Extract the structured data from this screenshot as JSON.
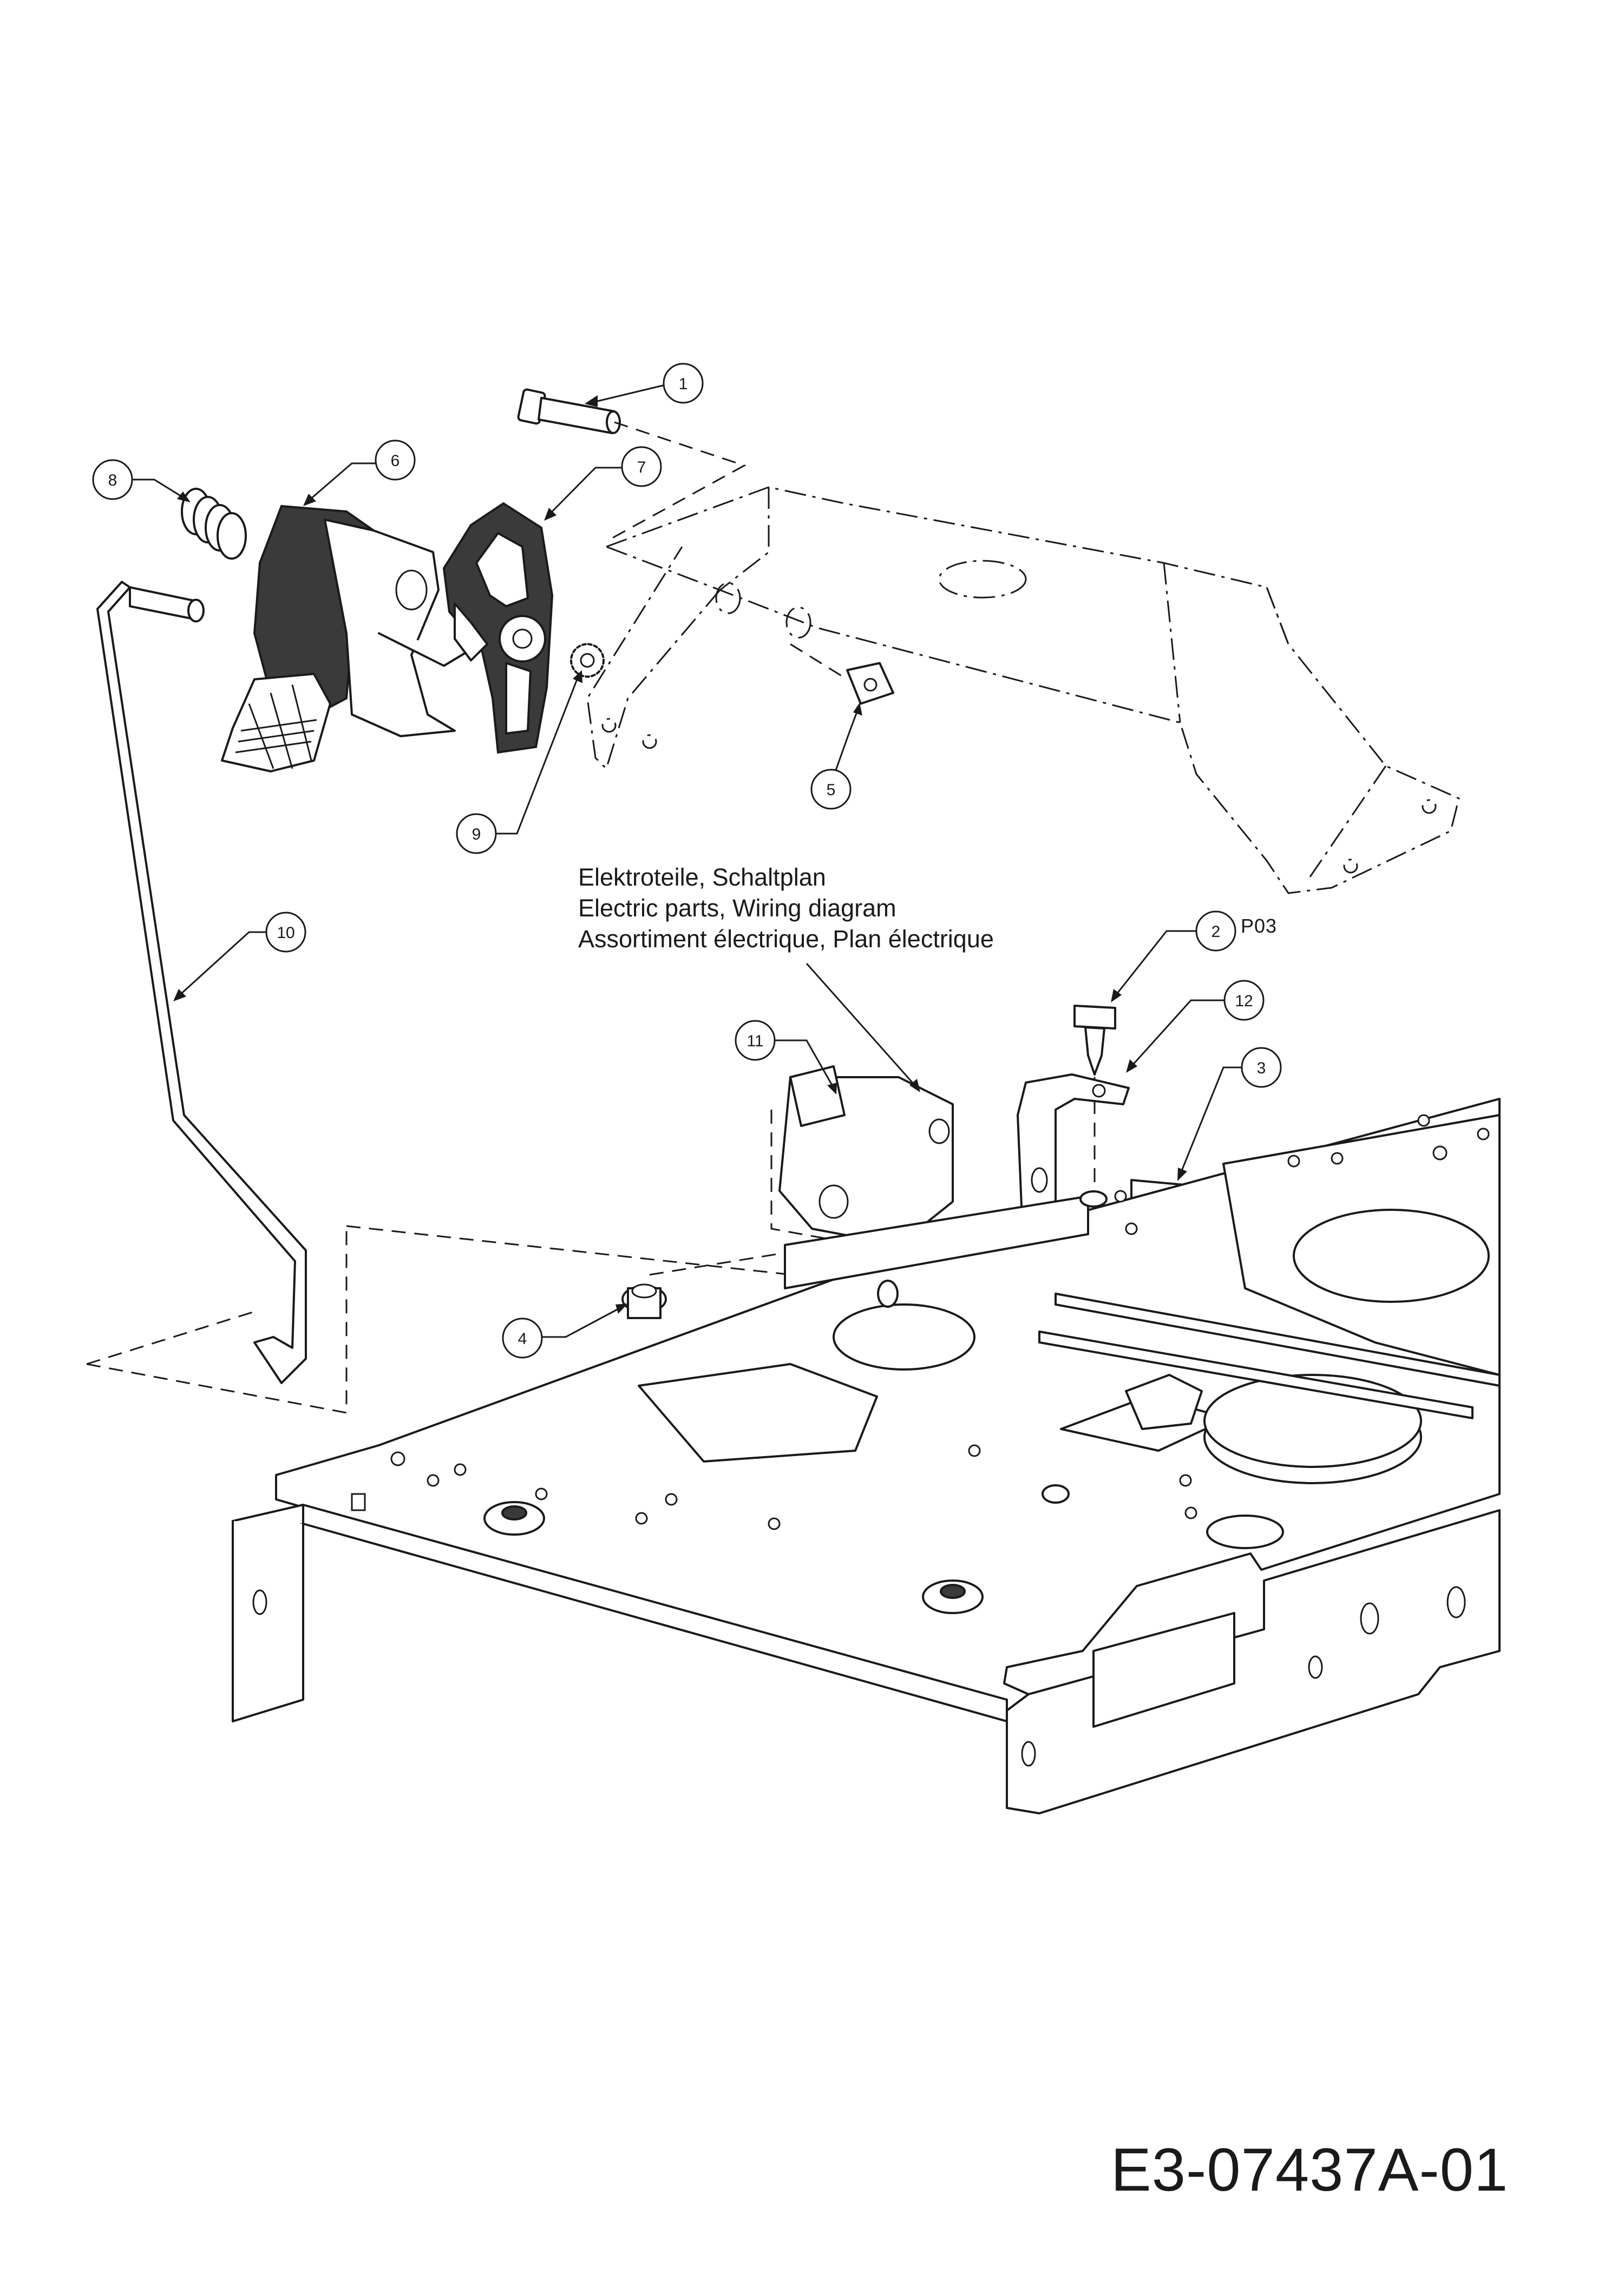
{
  "note": {
    "lines": [
      "Elektroteile, Schaltplan",
      "Electric parts, Wiring diagram",
      "Assortiment électrique, Plan électrique"
    ]
  },
  "reference_tag": "P03",
  "diagram_id": "E3-07437A-01",
  "callouts": [
    "1",
    "2",
    "3",
    "4",
    "5",
    "6",
    "7",
    "8",
    "9",
    "10",
    "11",
    "12"
  ]
}
